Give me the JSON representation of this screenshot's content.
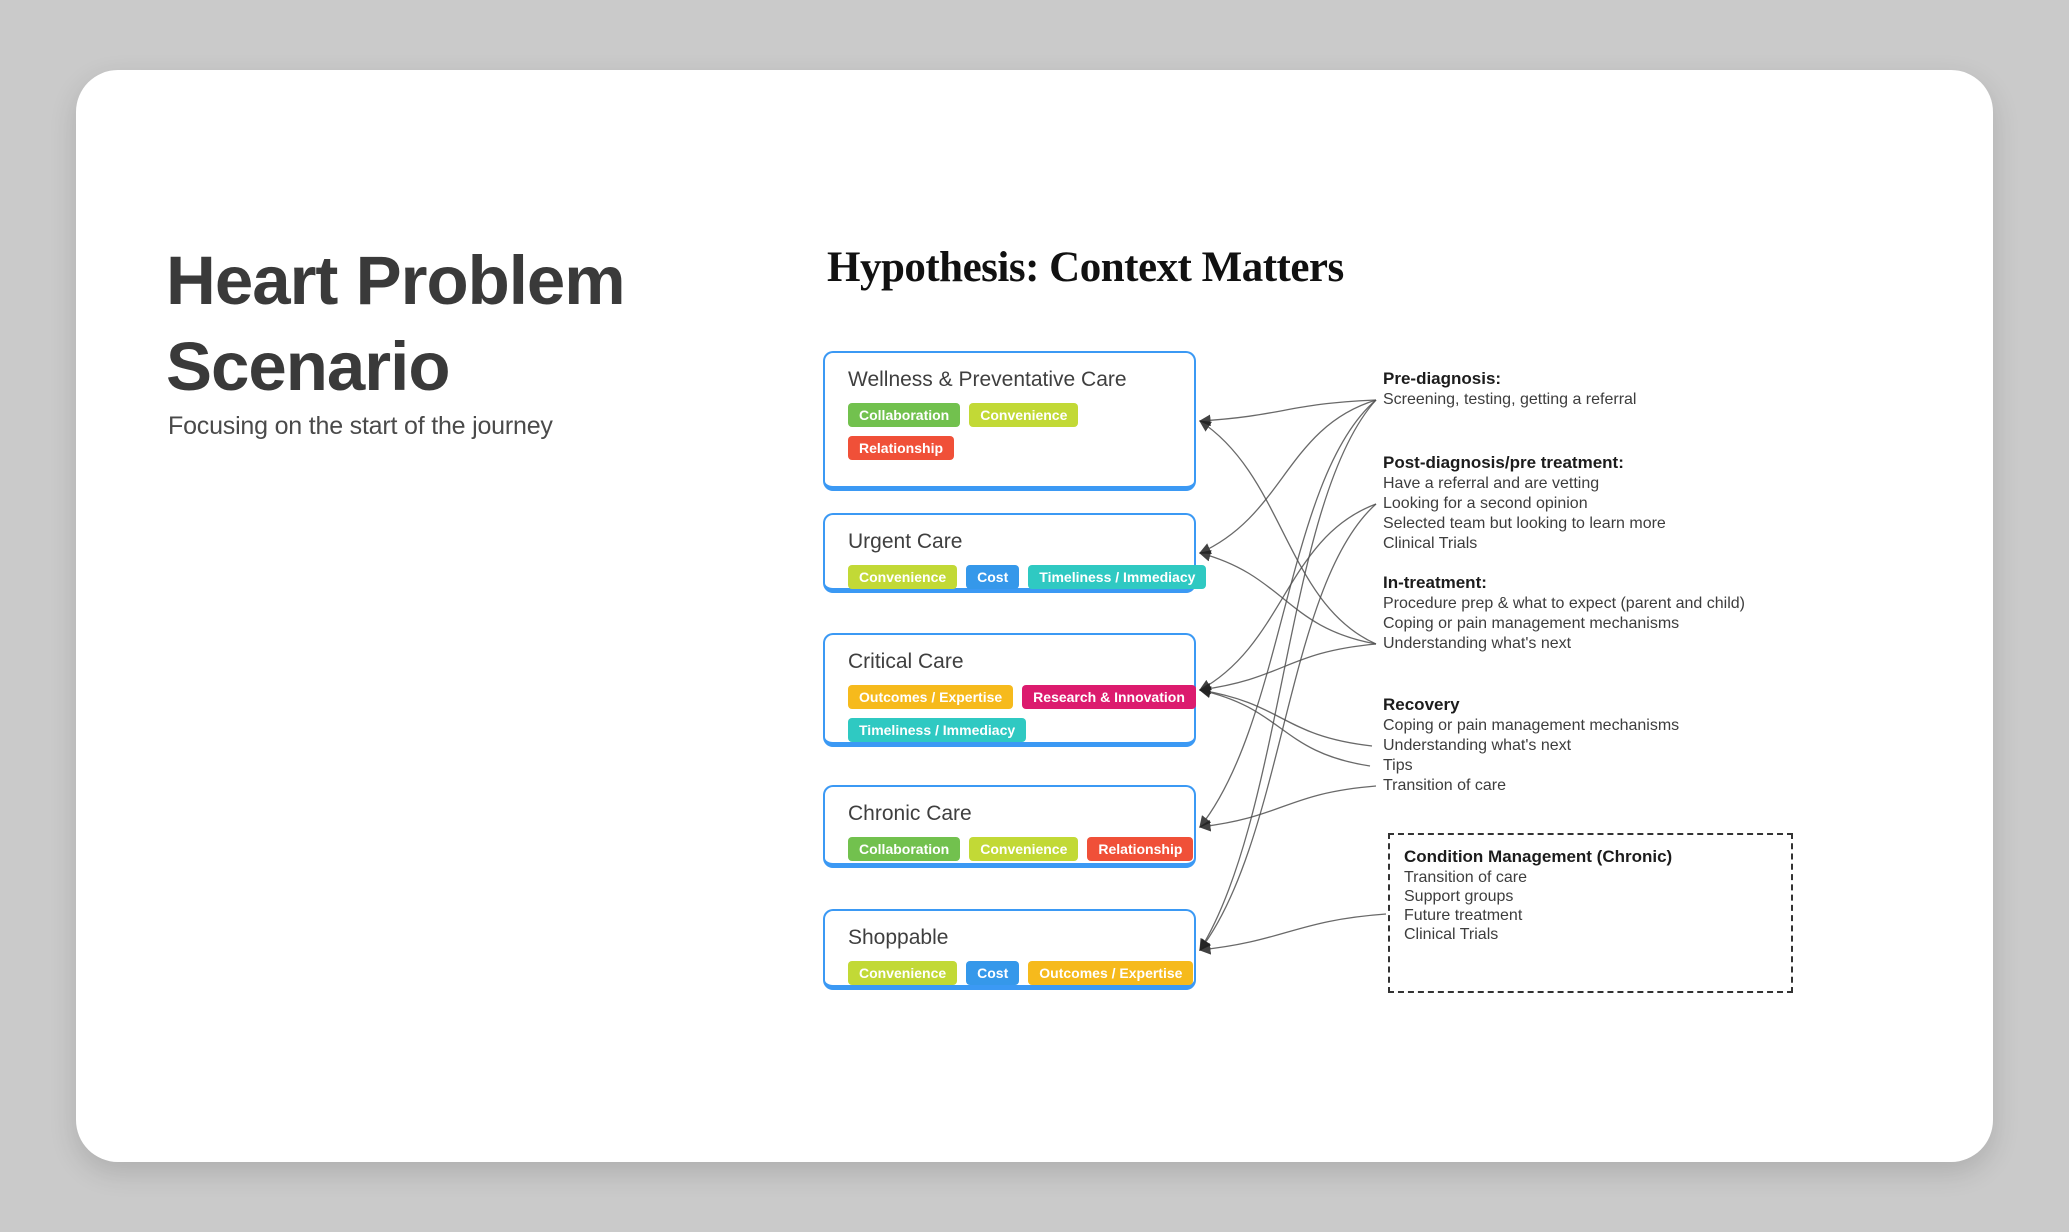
{
  "left_panel": {
    "title_line1": "Heart Problem",
    "title_line2": "Scenario",
    "subtitle": "Focusing on the start of the journey"
  },
  "diagram": {
    "title": "Hypothesis: Context Matters",
    "accent_border_color": "#3b99f4",
    "connector_color": "#4f4f4f",
    "care_boxes": [
      {
        "label": "Wellness & Preventative Care",
        "tags": [
          {
            "label": "Collaboration",
            "color": "#72c14e"
          },
          {
            "label": "Convenience",
            "color": "#c2d936"
          },
          {
            "label": "Relationship",
            "color": "#f05038"
          }
        ]
      },
      {
        "label": "Urgent Care",
        "tags": [
          {
            "label": "Convenience",
            "color": "#c2d936"
          },
          {
            "label": "Cost",
            "color": "#3598ea"
          },
          {
            "label": "Timeliness / Immediacy",
            "color": "#2fc9c2"
          }
        ]
      },
      {
        "label": "Critical Care",
        "tags": [
          {
            "label": "Outcomes / Expertise",
            "color": "#f6ba1c"
          },
          {
            "label": "Research & Innovation",
            "color": "#dc1b6e"
          },
          {
            "label": "Timeliness / Immediacy",
            "color": "#2fc9c2"
          }
        ]
      },
      {
        "label": "Chronic Care",
        "tags": [
          {
            "label": "Collaboration",
            "color": "#72c14e"
          },
          {
            "label": "Convenience",
            "color": "#c2d936"
          },
          {
            "label": "Relationship",
            "color": "#f05038"
          }
        ]
      },
      {
        "label": "Shoppable",
        "tags": [
          {
            "label": "Convenience",
            "color": "#c2d936"
          },
          {
            "label": "Cost",
            "color": "#3598ea"
          },
          {
            "label": "Outcomes / Expertise",
            "color": "#f6ba1c"
          }
        ]
      }
    ],
    "stages": [
      {
        "title": "Pre-diagnosis:",
        "items": [
          "Screening, testing, getting a referral"
        ]
      },
      {
        "title": "Post-diagnosis/pre treatment:",
        "items": [
          "Have a referral and are vetting",
          "Looking for a second opinion",
          "Selected team but looking to learn more",
          "Clinical Trials"
        ]
      },
      {
        "title": "In-treatment:",
        "items": [
          "Procedure prep & what to expect (parent and child)",
          "Coping or pain management mechanisms",
          "Understanding what's next"
        ]
      },
      {
        "title": "Recovery",
        "items": [
          "Coping or pain management mechanisms",
          "Understanding what's next",
          "Tips",
          "Transition of care"
        ]
      },
      {
        "title": "Condition Management (Chronic)",
        "items": [
          "Transition of care",
          "Support groups",
          "Future treatment",
          "Clinical Trials"
        ]
      }
    ],
    "connections": [
      {
        "from": "screening",
        "to": "wellness"
      },
      {
        "from": "screening",
        "to": "urgent"
      },
      {
        "from": "screening",
        "to": "chronic"
      },
      {
        "from": "screening",
        "to": "shoppable"
      },
      {
        "from": "second_opinion",
        "to": "critical"
      },
      {
        "from": "second_opinion",
        "to": "shoppable"
      },
      {
        "from": "understanding_in_treatment",
        "to": "wellness"
      },
      {
        "from": "understanding_in_treatment",
        "to": "urgent"
      },
      {
        "from": "understanding_in_treatment",
        "to": "critical"
      },
      {
        "from": "understanding_recovery",
        "to": "critical"
      },
      {
        "from": "tips",
        "to": "critical"
      },
      {
        "from": "transition_recovery",
        "to": "chronic"
      },
      {
        "from": "future_treatment",
        "to": "shoppable"
      }
    ]
  }
}
